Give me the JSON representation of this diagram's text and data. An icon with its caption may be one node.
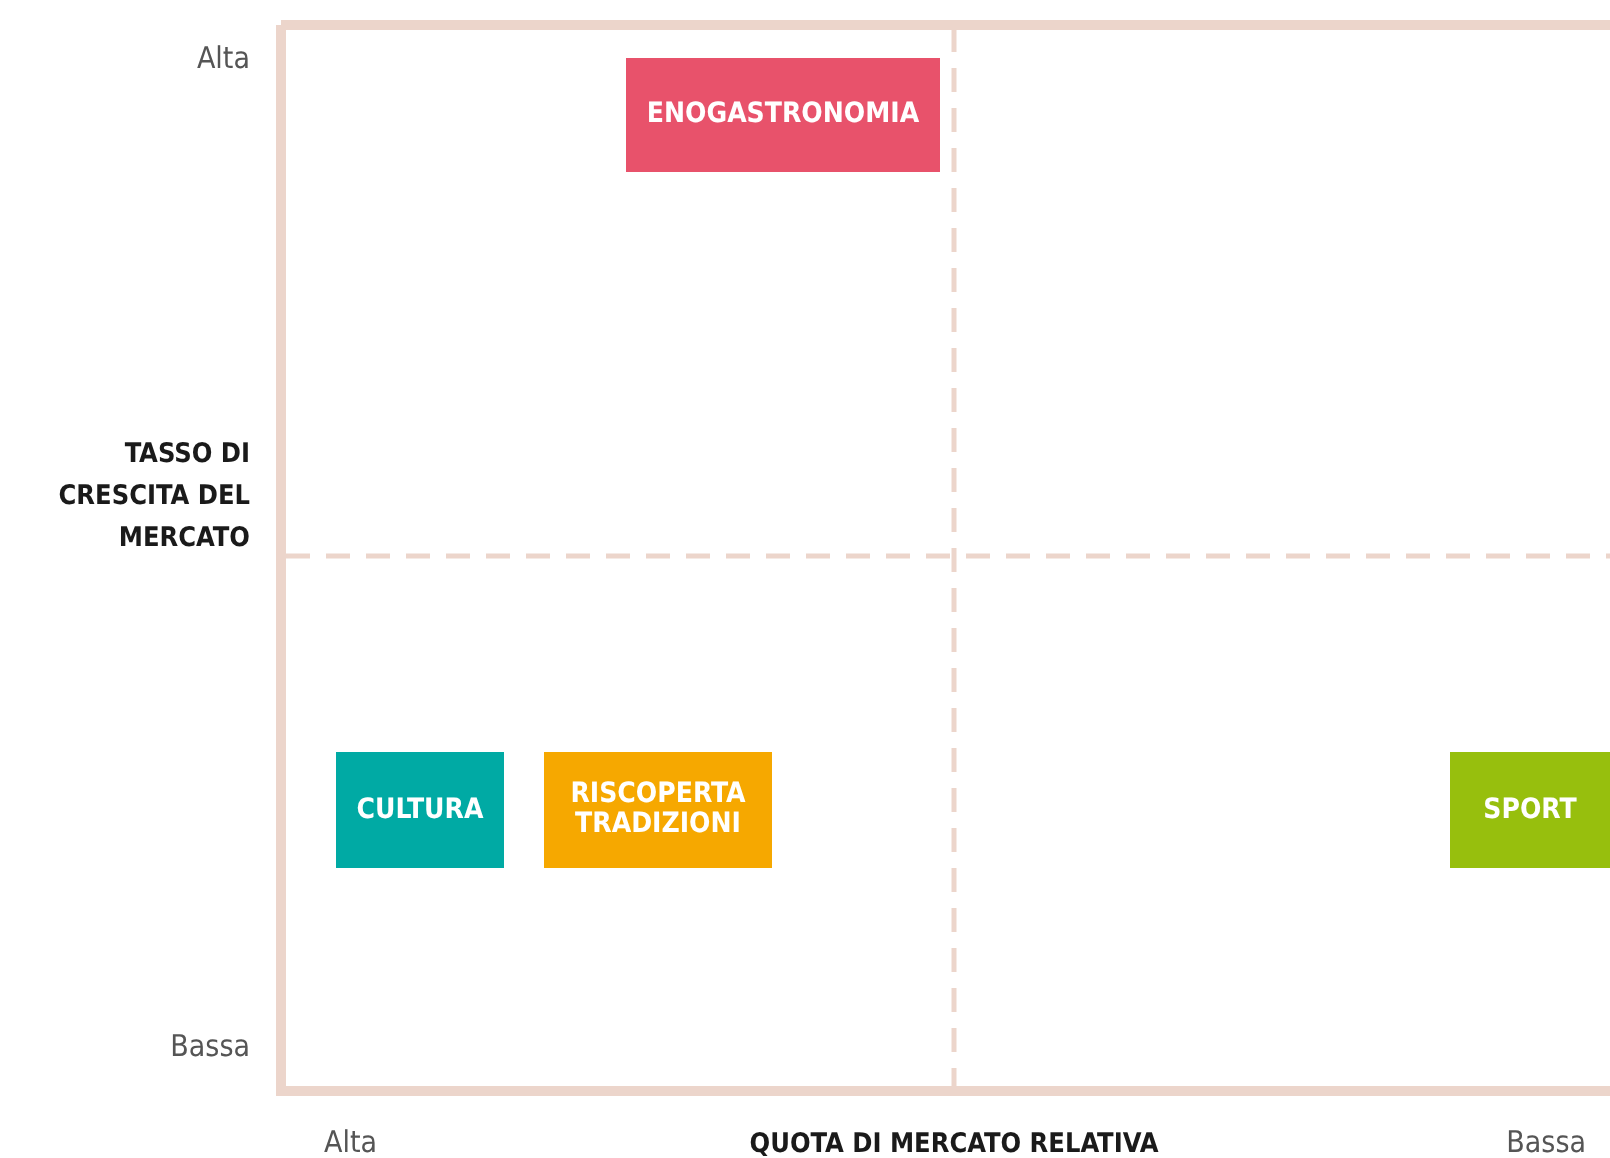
{
  "diagram": {
    "nodes": [
      {
        "text": [
          "ENOGASTRONOMIA"
        ]
      },
      {
        "text": [
          "CULTURA"
        ]
      },
      {
        "text": [
          "RISCOPERTA TRADIZIONI"
        ]
      },
      {
        "text": [
          "SPORT"
        ]
      }
    ],
    "labels": [
      "Alta",
      "TASSO DI CRESCITA DEL MERCATO",
      "Bassa",
      "Alta",
      "QUOTA DI MERCATO RELATIVA",
      "Bassa"
    ]
  }
}
